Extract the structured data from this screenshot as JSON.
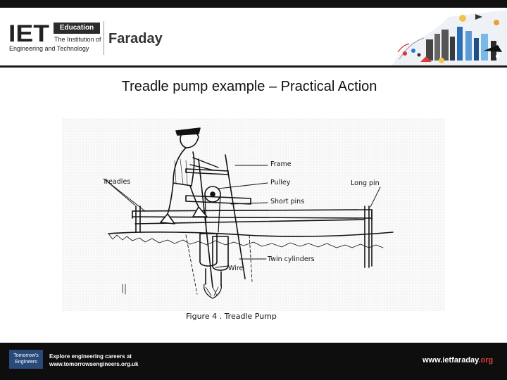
{
  "header": {
    "logo_mark": "IET",
    "badge": "Education",
    "org_name_line1": "The Institution of",
    "org_name_line2": "Engineering and Technology",
    "brand": "Faraday"
  },
  "slide": {
    "title": "Treadle pump example – Practical Action"
  },
  "figure": {
    "labels": {
      "treadles": "Treadles",
      "frame": "Frame",
      "pulley": "Pulley",
      "long_pin": "Long pin",
      "short_pins": "Short pins",
      "twin_cylinders": "Twin  cylinders",
      "wire": "Wire"
    },
    "caption": "Figure 4 .  Treadle Pump"
  },
  "footer": {
    "badge_line1": "Tomorrow's",
    "badge_line2": "Engineers",
    "promo_line1": "Explore engineering careers at",
    "promo_line2": "www.tomorrowsengineers.org.uk",
    "url_main": "www.ietfaraday",
    "url_suffix": ".org"
  },
  "colors": {
    "topbar": "#111111",
    "footer": "#0e0e0e",
    "accent_red": "#e03a3a",
    "badge_blue": "#2a4a7a"
  }
}
